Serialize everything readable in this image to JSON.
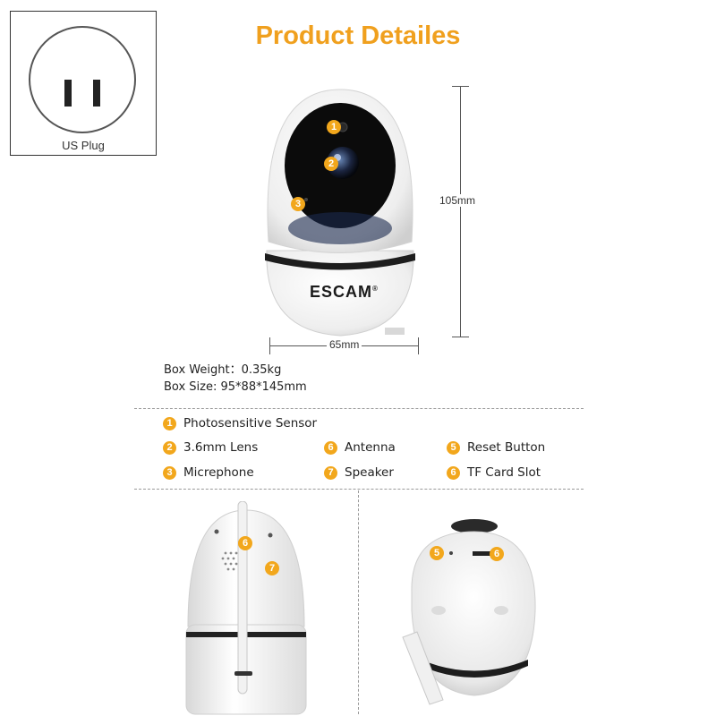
{
  "plug": {
    "label": "US Plug"
  },
  "title": "Product Detailes",
  "camera": {
    "brand": "ESCAM",
    "brand_mark": "®",
    "height_label": "105mm",
    "width_label": "65mm",
    "front_markers": [
      "1",
      "2",
      "3"
    ],
    "back_markers": [
      "6",
      "7"
    ],
    "bottom_markers": [
      "5",
      "6"
    ]
  },
  "specs": [
    {
      "label": "Box Weight：",
      "value": "0.35kg"
    },
    {
      "label": "Box Size: ",
      "value": "95*88*145mm"
    }
  ],
  "features": [
    {
      "num": "1",
      "label": "Photosensitive Sensor"
    },
    {
      "num": "2",
      "label": "3.6mm Lens"
    },
    {
      "num": "6",
      "label": "Antenna"
    },
    {
      "num": "5",
      "label": "Reset Button"
    },
    {
      "num": "3",
      "label": "Micrephone"
    },
    {
      "num": "7",
      "label": "Speaker"
    },
    {
      "num": "6",
      "label": "TF Card Slot"
    }
  ],
  "colors": {
    "accent": "#f2a71c",
    "title": "#f0a01e"
  }
}
